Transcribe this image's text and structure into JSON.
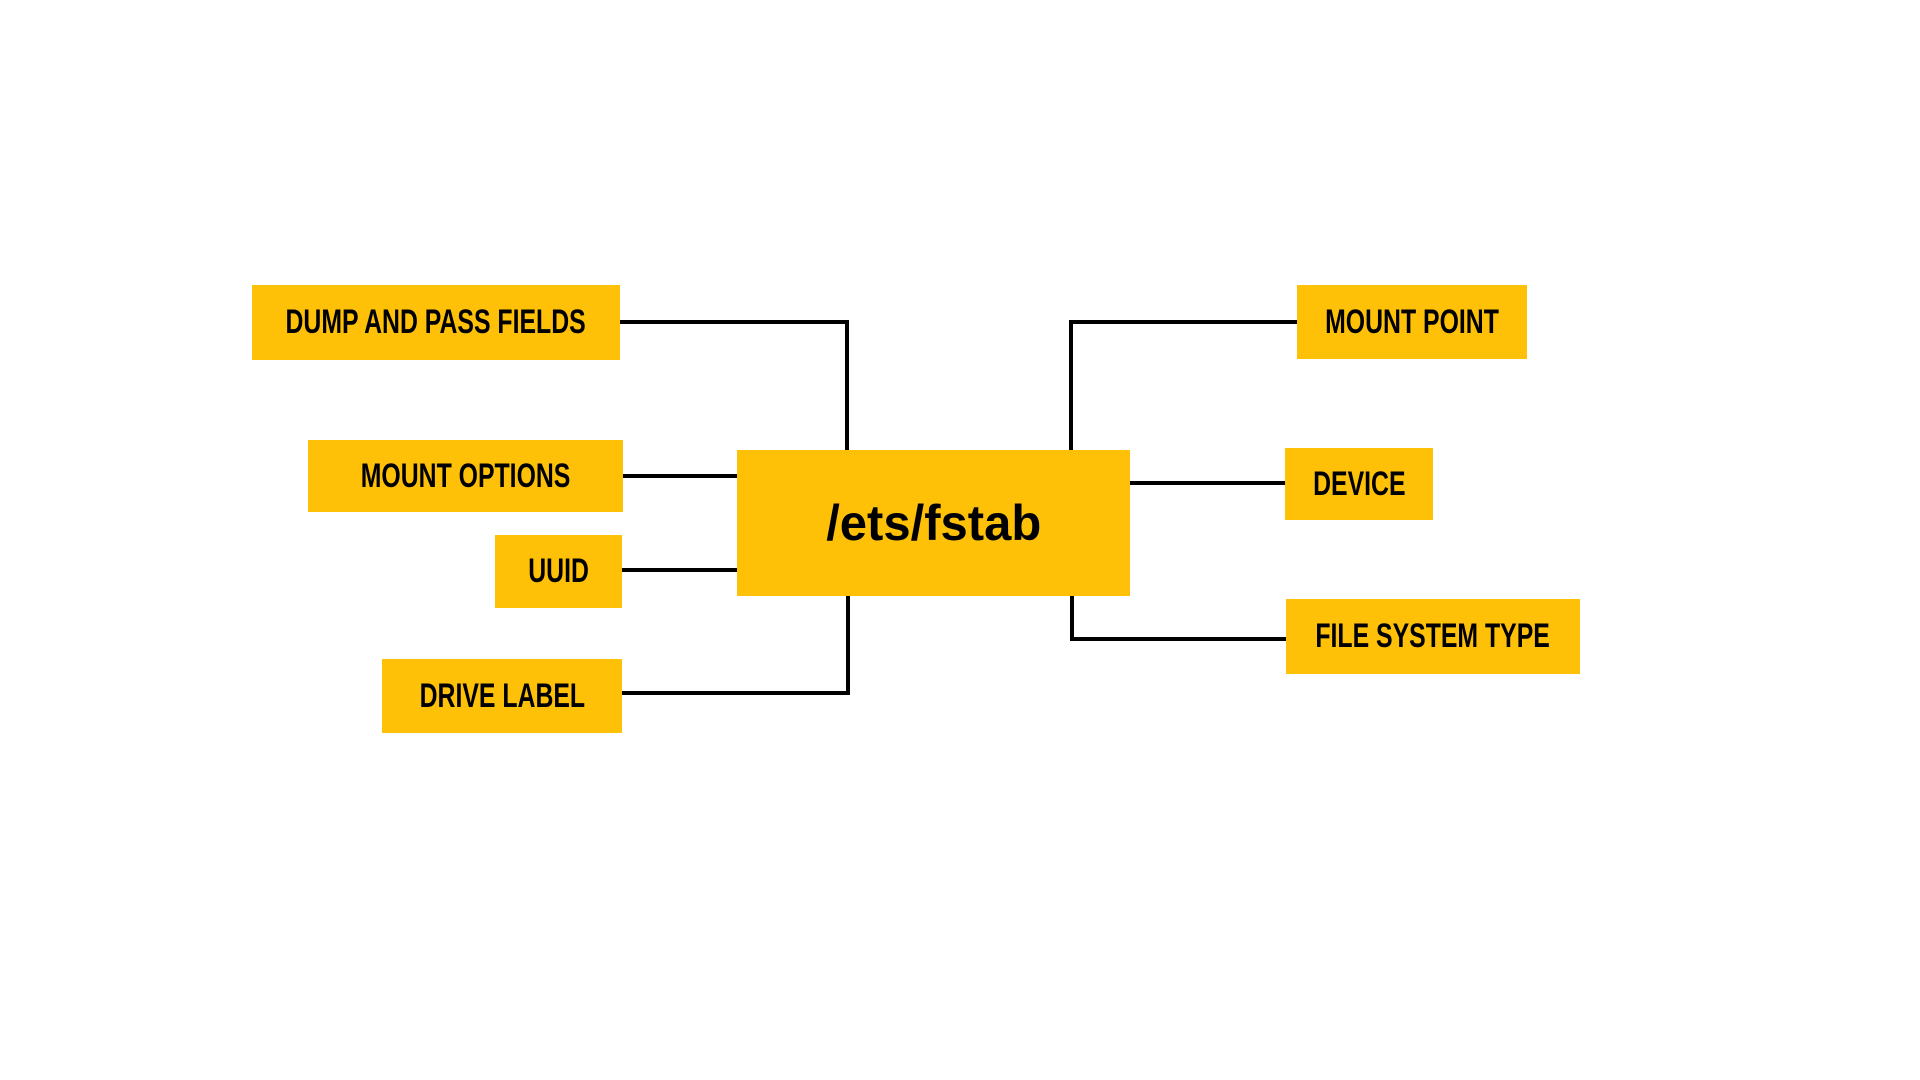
{
  "diagram": {
    "colors": {
      "background": "#FFFFFF",
      "node_fill": "#FFC107",
      "text": "#000000",
      "connector": "#000000"
    },
    "center": {
      "label": "/ets/fstab"
    },
    "left_nodes": [
      {
        "label": "DUMP AND PASS FIELDS"
      },
      {
        "label": "MOUNT OPTIONS"
      },
      {
        "label": "UUID"
      },
      {
        "label": "DRIVE LABEL"
      }
    ],
    "right_nodes": [
      {
        "label": "MOUNT POINT"
      },
      {
        "label": "DEVICE"
      },
      {
        "label": "FILE SYSTEM TYPE"
      }
    ]
  }
}
